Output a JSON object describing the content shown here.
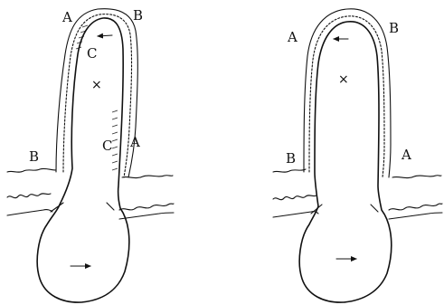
{
  "left_figure": {
    "labels": {
      "top_left": "A",
      "top_right": "B",
      "inner_top": "C",
      "mid_left": "B",
      "mid_right_c": "C",
      "mid_right_a": "A"
    },
    "center_mark": "×"
  },
  "right_figure": {
    "labels": {
      "top_left": "A",
      "top_right": "B",
      "mid_left": "B",
      "mid_right": "A"
    },
    "center_mark": "×"
  }
}
